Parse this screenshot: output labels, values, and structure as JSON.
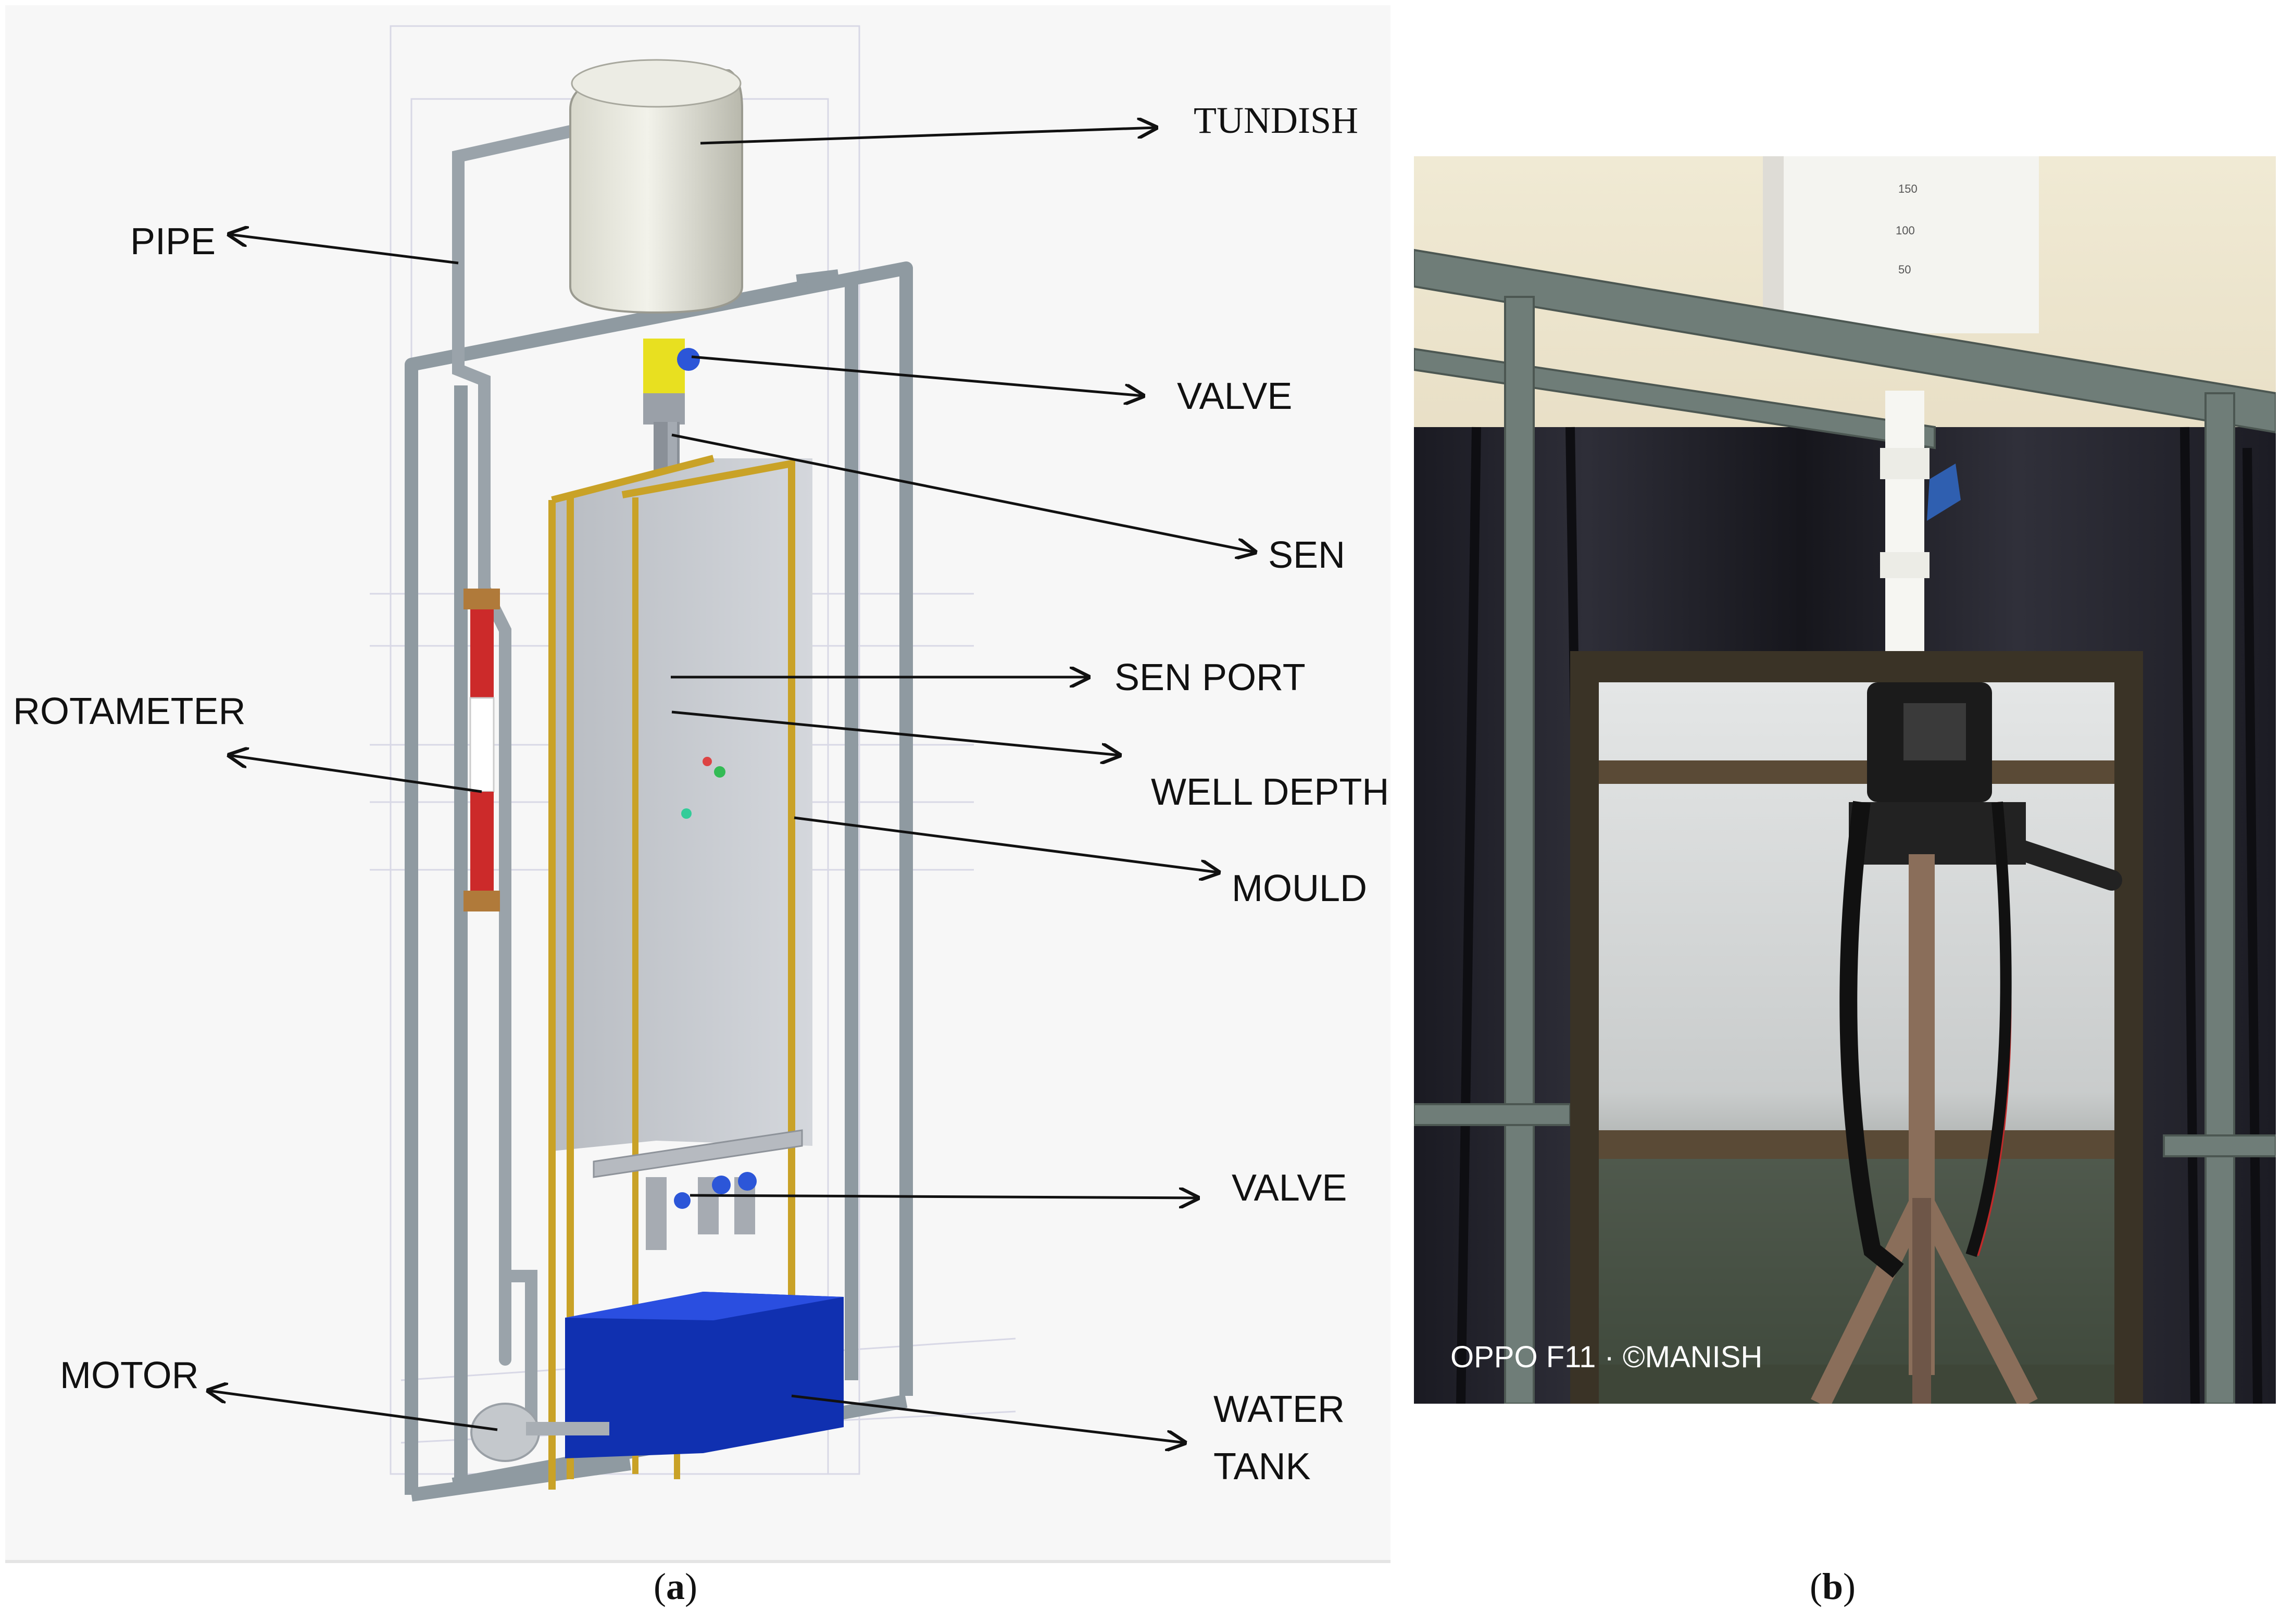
{
  "panel_a": {
    "caption": "a",
    "labels": {
      "tundish": "TUNDISH",
      "pipe": "PIPE",
      "valve_top": "VALVE",
      "sen": "SEN",
      "sen_port": "SEN PORT",
      "well_depth": "WELL DEPTH",
      "rotameter": "ROTAMETER",
      "mould": "MOULD",
      "valve_bottom": "VALVE",
      "motor": "MOTOR",
      "water_tank_line1": "WATER",
      "water_tank_line2": "TANK"
    }
  },
  "panel_b": {
    "caption": "b",
    "watermark": "OPPO F11 · ©MANISH",
    "scale_marks": [
      "150",
      "100",
      "50"
    ]
  },
  "colors": {
    "frame": "#8f9aa1",
    "mould_frame": "#c9a227",
    "tank": "#1030b0",
    "sen_port": "#e8e020",
    "rotameter_red": "#cc2a2a"
  }
}
